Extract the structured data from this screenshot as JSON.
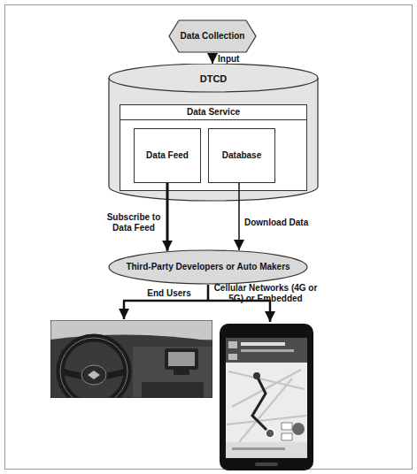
{
  "diagram": {
    "nodes": [
      {
        "text": [
          "Data Collection"
        ]
      },
      {
        "text": [
          "DTCD"
        ]
      },
      {
        "text": [
          "Data Service"
        ],
        "in": 1
      },
      {
        "text": [
          "Data Feed"
        ],
        "in": 2
      },
      {
        "text": [
          "Database"
        ],
        "in": 2
      },
      {
        "text": [
          "Third-Party Developers or Auto Makers"
        ]
      }
    ],
    "edges": [
      {
        "from": 0,
        "to": 1,
        "label": "Input",
        "arrow": "to"
      },
      {
        "from": 3,
        "to": 5,
        "label": "Subscribe to Data Feed",
        "arrow": "to"
      },
      {
        "from": 4,
        "to": 5,
        "label": "Download Data",
        "arrow": "to"
      }
    ],
    "labels": [
      "End Users",
      "Cellular Networks (4G or 5G) or Embedded"
    ]
  }
}
